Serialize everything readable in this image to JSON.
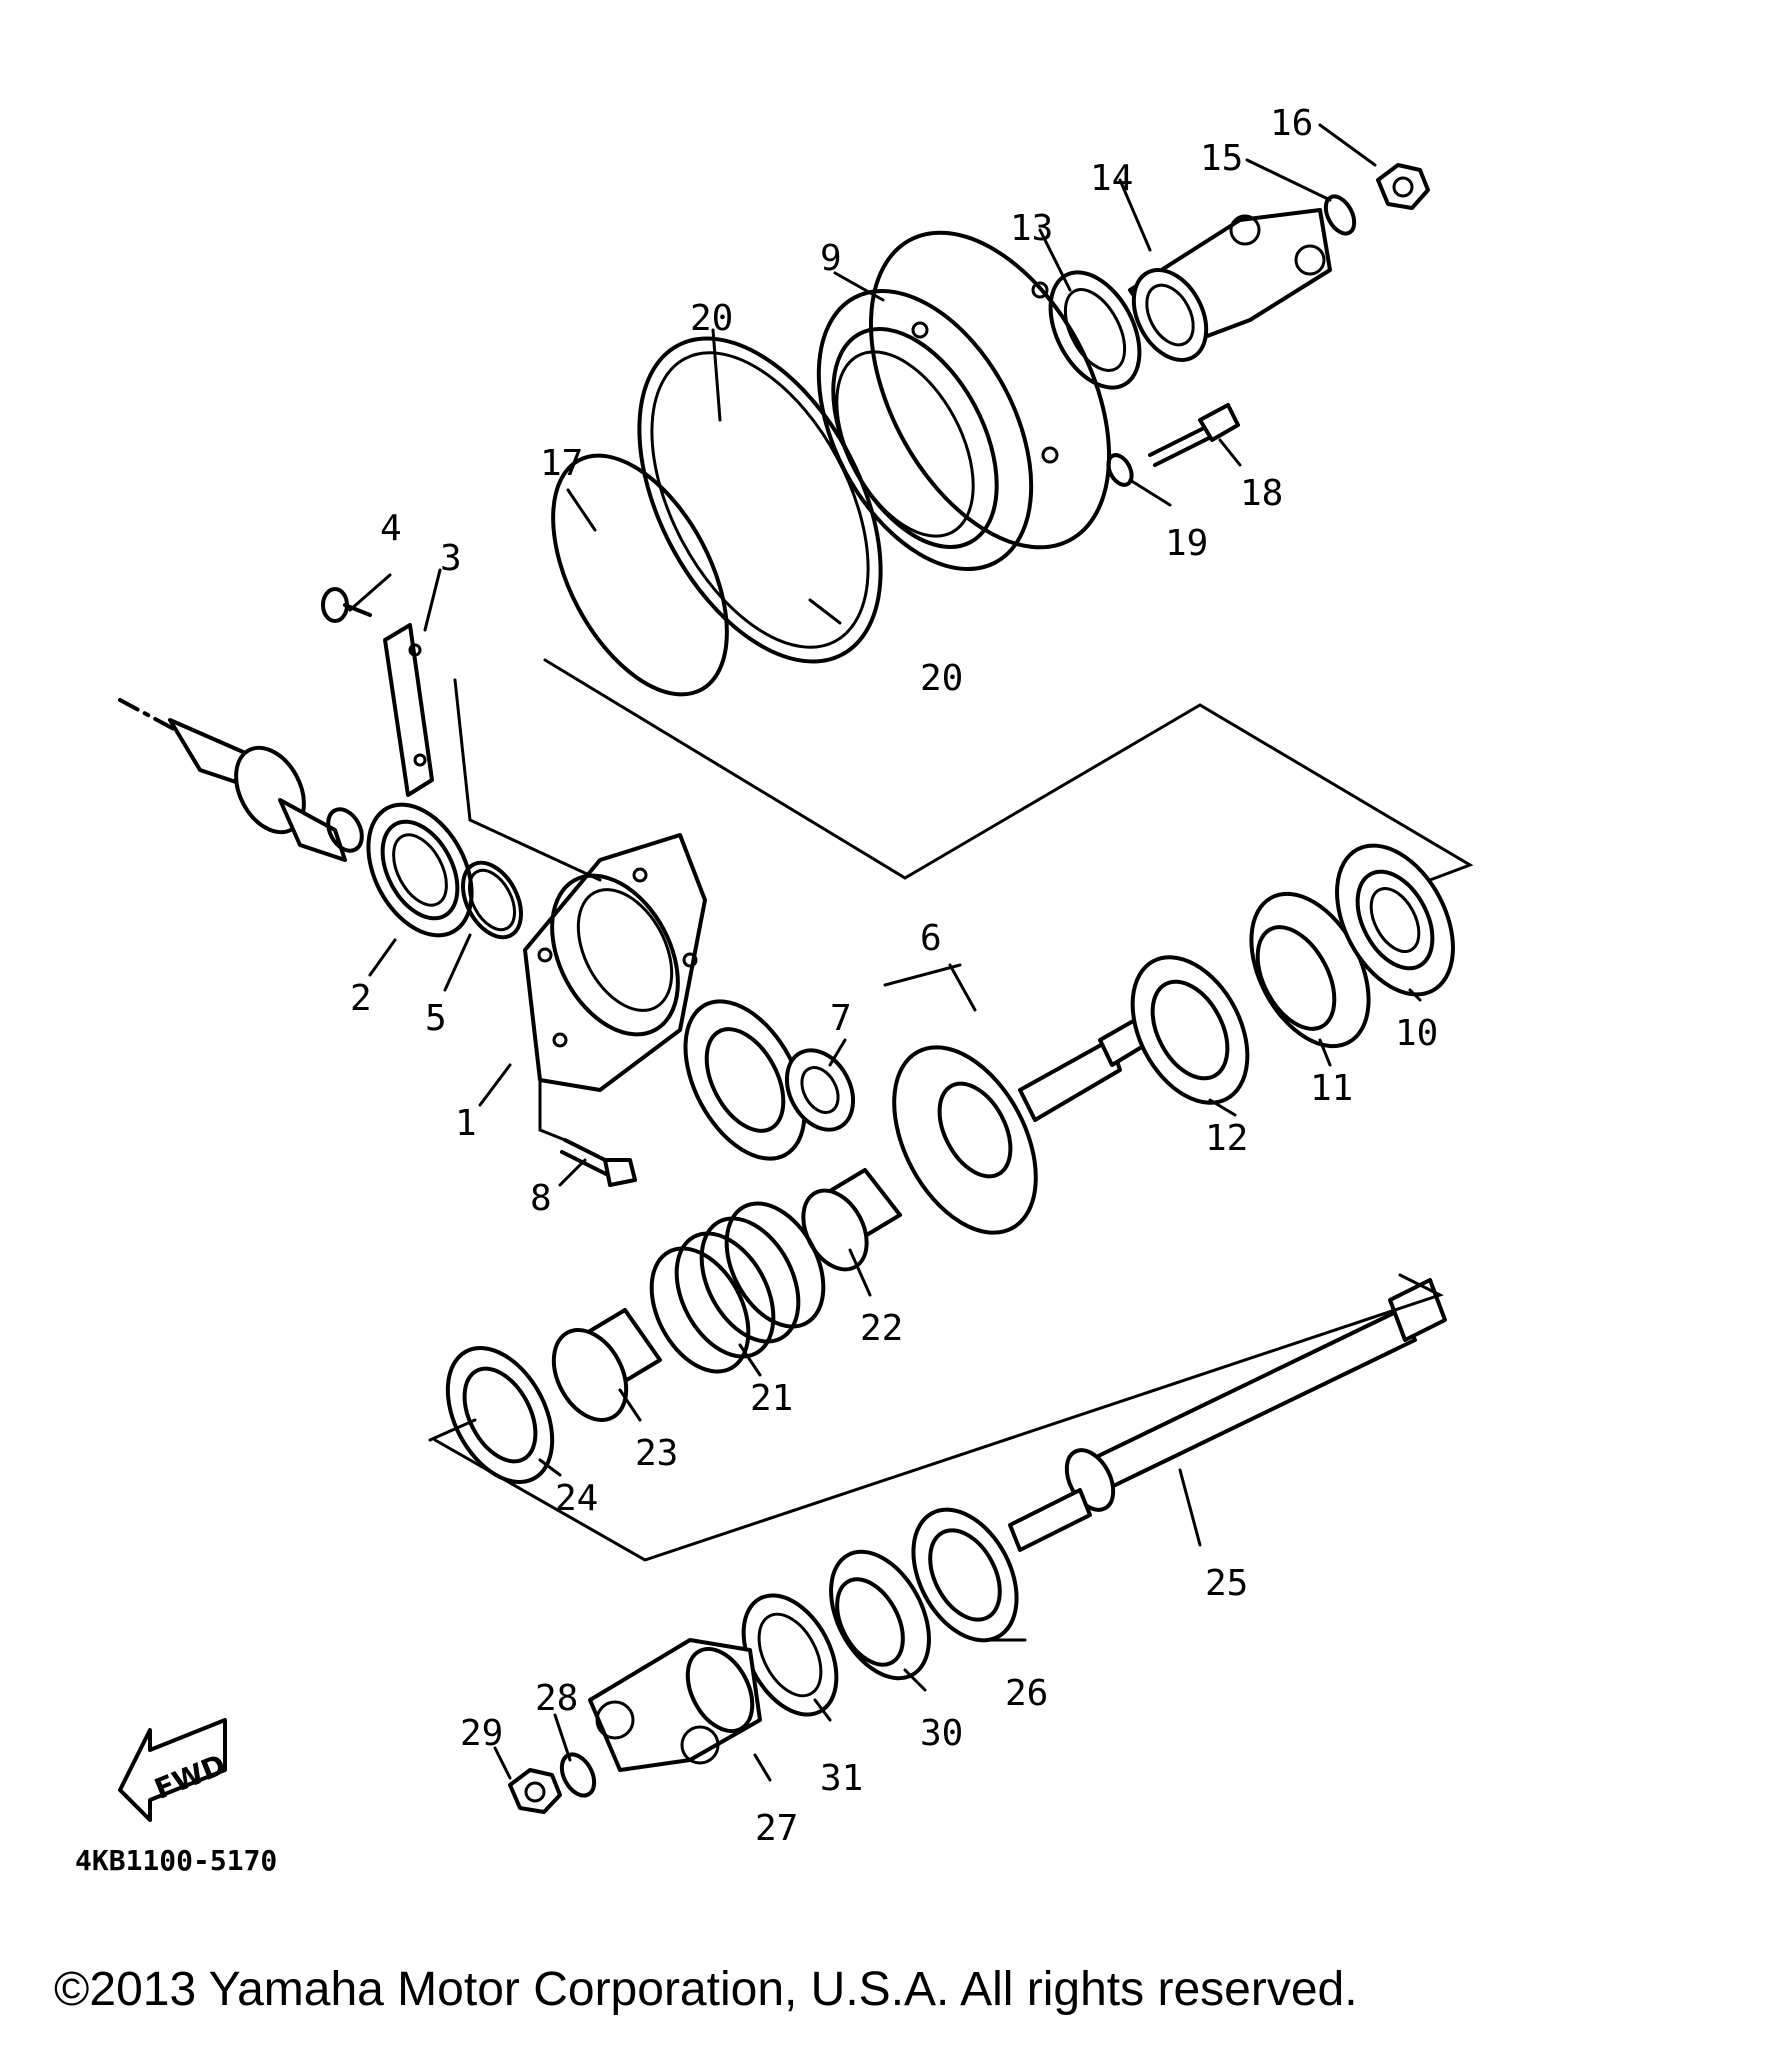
{
  "diagram": {
    "part_numbers": [
      "1",
      "2",
      "3",
      "4",
      "5",
      "6",
      "7",
      "8",
      "9",
      "10",
      "11",
      "12",
      "13",
      "14",
      "15",
      "16",
      "17",
      "18",
      "19",
      "20",
      "21",
      "22",
      "23",
      "24",
      "25",
      "26",
      "27",
      "28",
      "29",
      "30",
      "31"
    ],
    "fwd_label": "FWD",
    "diagram_code": "4KB1100-5170"
  },
  "footer": {
    "copyright": "©2013 Yamaha Motor Corporation, U.S.A. All rights reserved."
  }
}
